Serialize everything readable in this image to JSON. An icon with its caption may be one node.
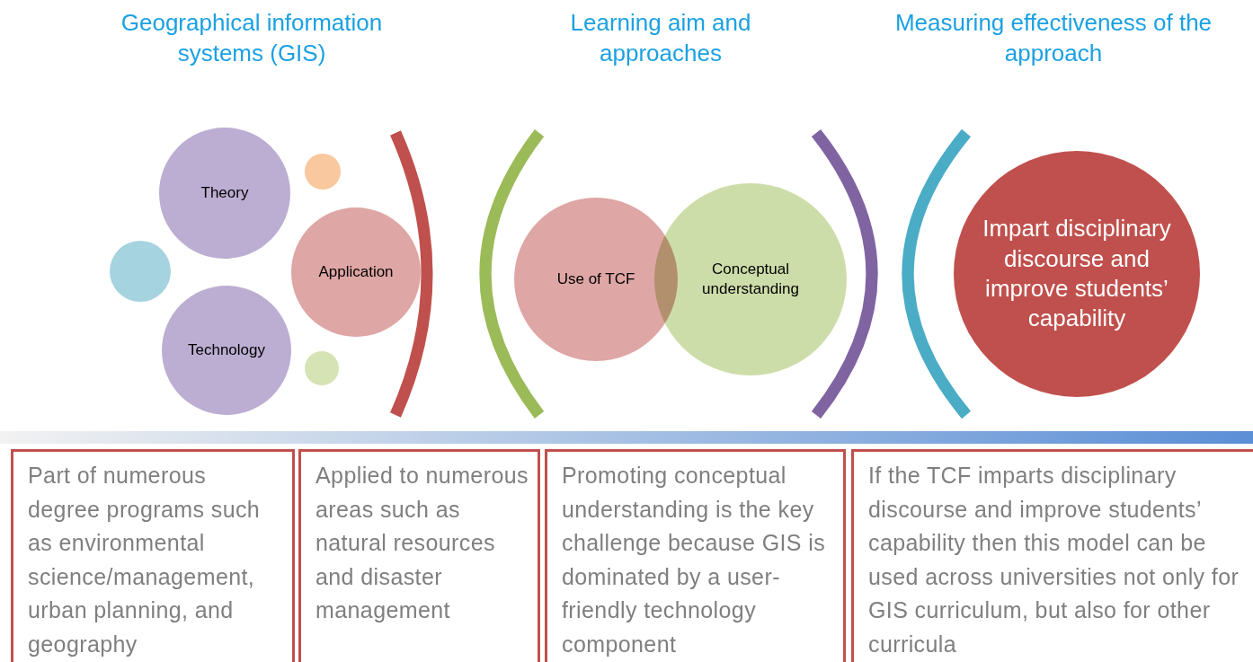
{
  "diagram": {
    "nodes": [
      {
        "text": [],
        "shape": "circle"
      },
      {
        "text": [
          "Theory"
        ]
      },
      {
        "text": [
          "Technology"
        ]
      },
      {
        "text": [],
        "shape": "circle"
      },
      {
        "text": [
          "Application"
        ]
      },
      {
        "text": [],
        "shape": "circle"
      },
      {
        "text": [
          "Use of TCF"
        ]
      },
      {
        "text": [
          "Conceptual understanding"
        ]
      },
      {
        "text": [
          "Impart disciplinary discourse and improve students’ capability"
        ]
      },
      {
        "text": [],
        "shape": "bar"
      },
      {
        "text": [
          "Part of numerous degree programs such as environmental science/management, urban planning, and geography"
        ]
      },
      {
        "text": [
          "Applied to numerous areas such as natural resources and disaster management"
        ]
      },
      {
        "text": [
          "Promoting conceptual understanding is the key challenge because GIS is dominated by a user-friendly technology component"
        ]
      },
      {
        "text": [
          "If the TCF imparts disciplinary discourse and improve students’ capability then this model can be used across universities not only for GIS curriculum, but also for other curricula"
        ]
      }
    ],
    "edges": [],
    "labels": [
      "Geographical information systems (GIS)",
      "Learning aim and approaches",
      "Measuring effectiveness of the approach"
    ]
  }
}
